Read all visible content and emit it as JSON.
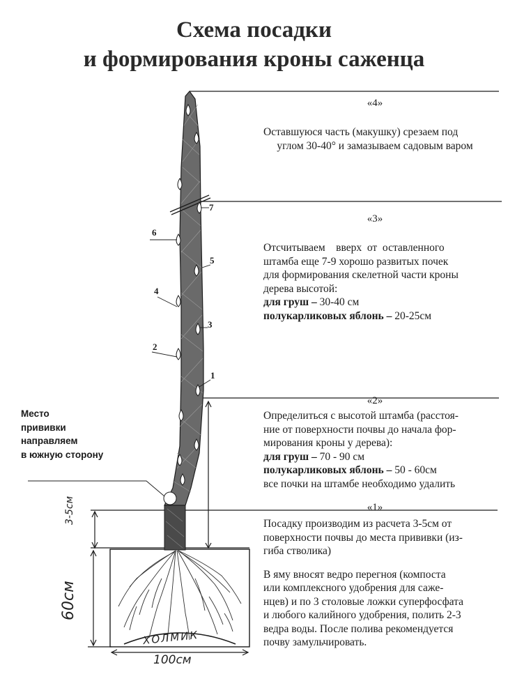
{
  "title": {
    "line1": "Схема посадки",
    "line2": "и формирования кроны саженца"
  },
  "sections": {
    "s4": {
      "num": "«4»",
      "line1": "Оставшуюся часть (макушку) срезаем под",
      "line2": "углом 30-40° и замазываем садовым варом"
    },
    "s3": {
      "num": "«3»",
      "line1": "Отсчитываем    вверх  от  оставленного",
      "line2": "штамба еще 7-9 хорошо развитых почек",
      "line3": "для формирования скелетной части кроны",
      "line4": "дерева высотой:",
      "pear_label": "для груш –",
      "pear_value": " 30-40 см",
      "apple_label": "полукарликовых яблонь –",
      "apple_value": " 20-25см"
    },
    "s2": {
      "num": "«2»",
      "line1": "Определиться с высотой штамба (расстоя-",
      "line2": "ние от поверхности почвы до начала фор-",
      "line3": "мирования кроны у дерева):",
      "pear_label": "для груш –",
      "pear_value": " 70 - 90 см",
      "apple_label": "полукарликовых яблонь –",
      "apple_value": " 50 - 60см",
      "line4": "все почки на штамбе необходимо удалить"
    },
    "s1": {
      "num": "«1»",
      "p1_line1": "Посадку производим из расчета 3-5см от",
      "p1_line2": "поверхности почвы до места прививки (из-",
      "p1_line3": "гиба стволика)",
      "p2_line1": "В яму вносят ведро перегноя (компоста",
      "p2_line2": "или комплексного удобрения для саже-",
      "p2_line3": "нцев) и по 3 столовые ложки суперфосфата",
      "p2_line4": "и любого калийного удобрения, полить 2-3",
      "p2_line5": "ведра воды. После полива рекомендуется",
      "p2_line6": "почву замульчировать."
    }
  },
  "graft_note": {
    "line1": "Место",
    "line2": "прививки",
    "line3": "направляем",
    "line4": "в южную сторону"
  },
  "bud_labels": [
    "1",
    "2",
    "3",
    "4",
    "5",
    "6",
    "7"
  ],
  "handwritten": {
    "depth_small": "3-5см",
    "depth_big": "60см",
    "width": "100см",
    "mound": "ХОЛМИК"
  },
  "colors": {
    "ink": "#1c1c1c",
    "pencil": "#3a3a3a",
    "paper": "#ffffff"
  }
}
